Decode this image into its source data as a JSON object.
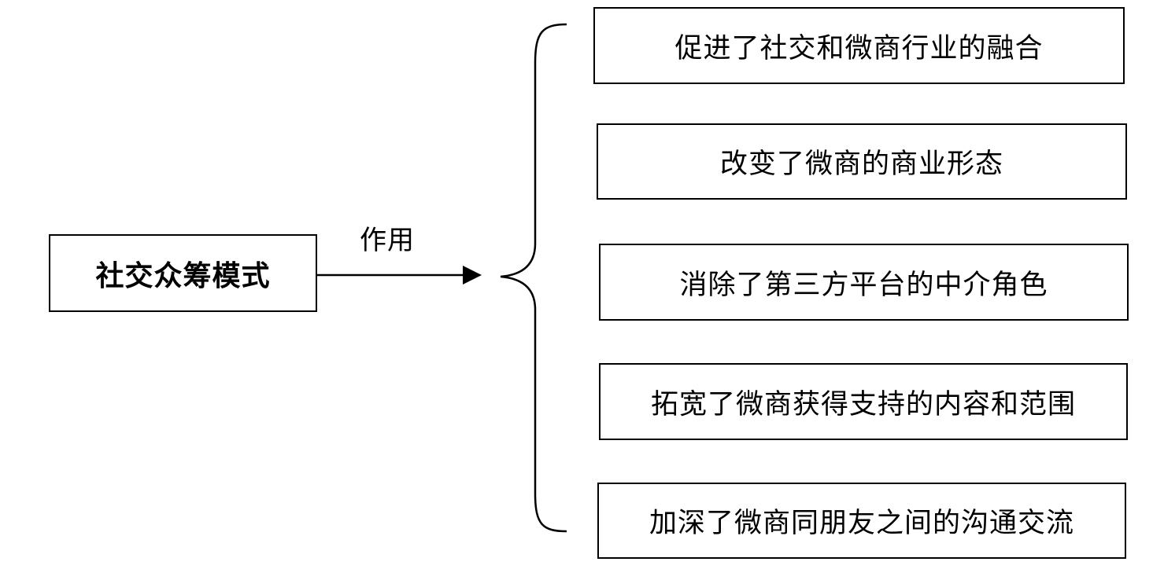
{
  "source": {
    "label": "社交众筹模式"
  },
  "edge": {
    "label": "作用"
  },
  "effects": [
    {
      "label": "促进了社交和微商行业的融合"
    },
    {
      "label": "改变了微商的商业形态"
    },
    {
      "label": "消除了第三方平台的中介角色"
    },
    {
      "label": "拓宽了微商获得支持的内容和范围"
    },
    {
      "label": "加深了微商同朋友之间的沟通交流"
    }
  ],
  "colors": {
    "stroke": "#000000",
    "background": "#ffffff"
  }
}
